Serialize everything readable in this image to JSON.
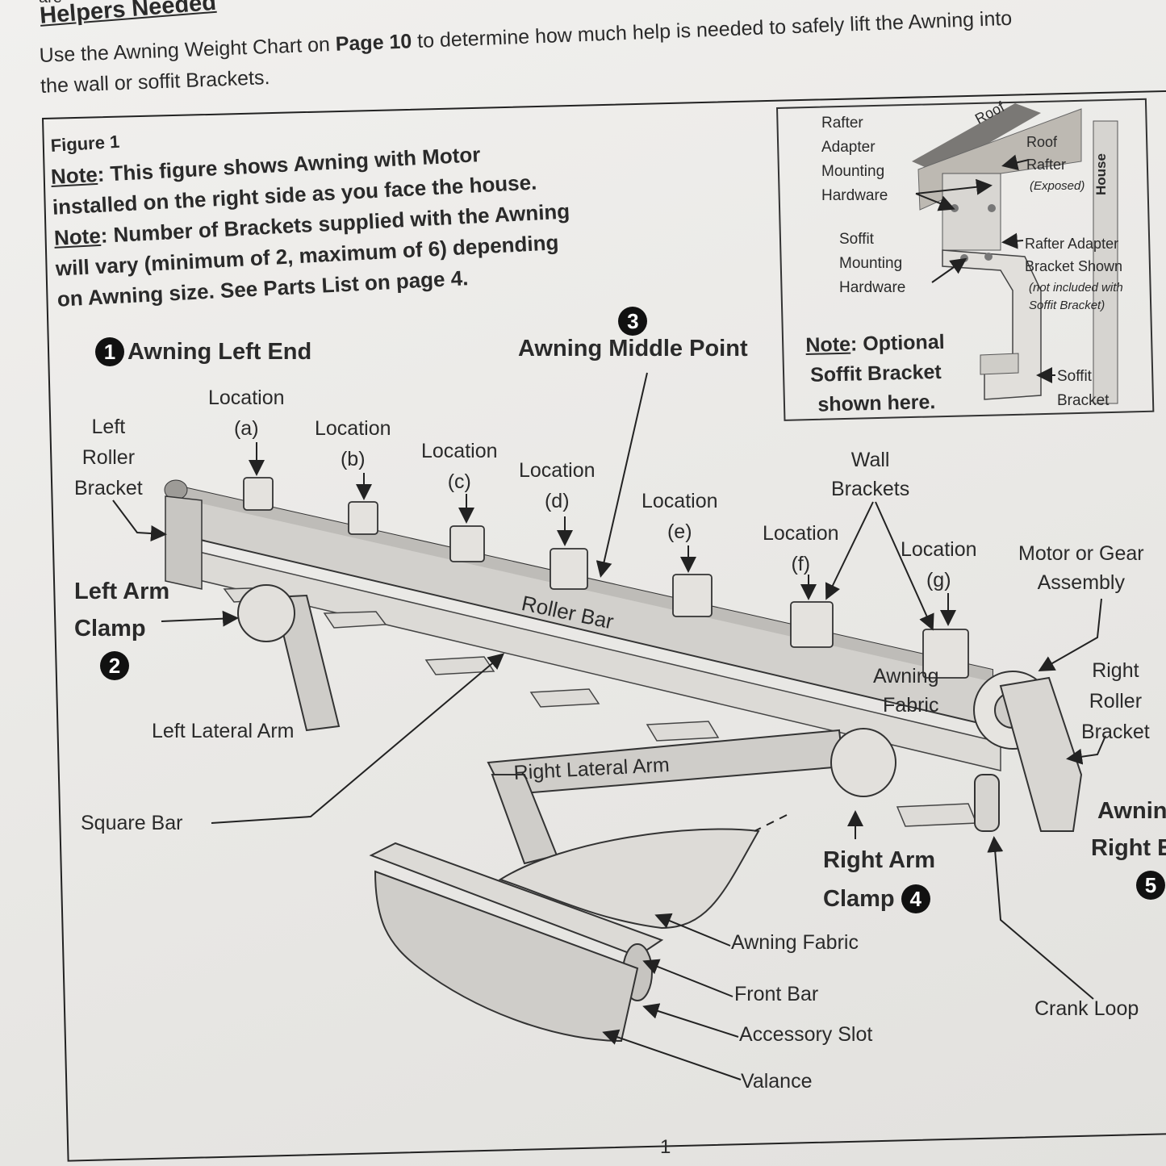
{
  "top_fragment": "are",
  "section": {
    "title": "Helpers Needed",
    "intro_line1_pre": "Use the Awning Weight Chart on ",
    "intro_line1_bold": "Page 10",
    "intro_line1_post": " to determine how much help is needed to safely lift the Awning into",
    "intro_line2": "the wall or soffit Brackets."
  },
  "figure": {
    "title": "Figure 1",
    "note_label": "Note",
    "note1_rest": ": This figure shows Awning with Motor",
    "note1_line2": "installed on the right side as you face the house.",
    "note2_rest": ": Number of Brackets supplied with the Awning",
    "note2_line2": "will vary (minimum of 2, maximum of 6) depending",
    "note2_line3": "on Awning size. See Parts List on page 4."
  },
  "inset": {
    "rafter_adapter": [
      "Rafter",
      "Adapter",
      "Mounting",
      "Hardware"
    ],
    "roof_diag": "Roof",
    "roof_rafter": [
      "Roof",
      "Rafter"
    ],
    "exposed": "(Exposed)",
    "house": "House",
    "soffit_hw": [
      "Soffit",
      "Mounting",
      "Hardware"
    ],
    "rafter_bracket": [
      "Rafter Adapter",
      "Bracket Shown"
    ],
    "not_included": [
      "(not included with",
      "Soffit Bracket)"
    ],
    "note_label": "Note",
    "note_rest": ": Optional",
    "note_line2": "Soffit Bracket",
    "note_line3": "shown here.",
    "soffit_bracket": [
      "Soffit",
      "Bracket"
    ]
  },
  "callouts": {
    "b1": "1",
    "b1_label": "Awning Left End",
    "b2": "2",
    "b2_label": [
      "Left Arm",
      "Clamp"
    ],
    "b3": "3",
    "b3_label": "Awning Middle Point",
    "b4": "4",
    "b4_label": [
      "Right Arm",
      "Clamp"
    ],
    "b5": "5",
    "b5_label": [
      "Awning",
      "Right End"
    ]
  },
  "locations": [
    {
      "word": "Location",
      "letter": "(a)"
    },
    {
      "word": "Location",
      "letter": "(b)"
    },
    {
      "word": "Location",
      "letter": "(c)"
    },
    {
      "word": "Location",
      "letter": "(d)"
    },
    {
      "word": "Location",
      "letter": "(e)"
    },
    {
      "word": "Location",
      "letter": "(f)"
    },
    {
      "word": "Location",
      "letter": "(g)"
    }
  ],
  "parts": {
    "left_roller_bracket": [
      "Left",
      "Roller",
      "Bracket"
    ],
    "wall_brackets": [
      "Wall",
      "Brackets"
    ],
    "motor": [
      "Motor or Gear",
      "Assembly"
    ],
    "roller_bar": "Roller Bar",
    "awning_fabric_top": [
      "Awning",
      "Fabric"
    ],
    "right_roller_bracket": [
      "Right",
      "Roller",
      "Bracket"
    ],
    "left_lateral_arm": "Left Lateral Arm",
    "right_lateral_arm": "Right Lateral Arm",
    "square_bar": "Square Bar",
    "awning_fabric": "Awning Fabric",
    "front_bar": "Front Bar",
    "accessory_slot": "Accessory Slot",
    "valance": "Valance",
    "crank_loop": "Crank Loop"
  },
  "page_number": "1"
}
